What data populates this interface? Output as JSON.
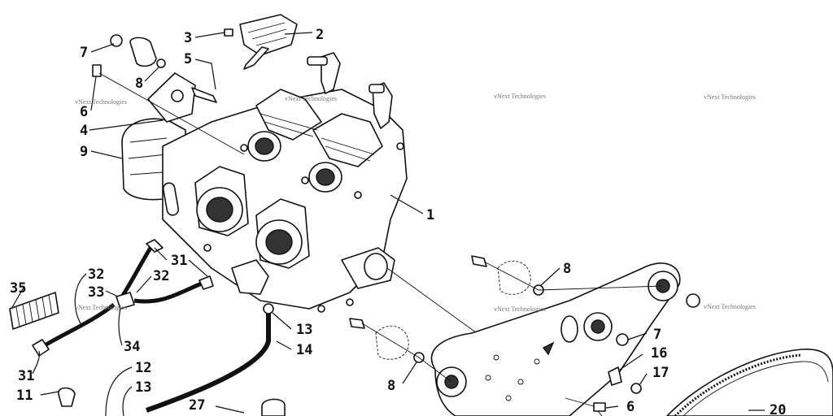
{
  "callouts": {
    "c1": "1",
    "c2": "2",
    "c3": "3",
    "c4": "4",
    "c5": "5",
    "c6a": "6",
    "c6b": "6",
    "c7a": "7",
    "c7b": "7",
    "c8a": "8",
    "c8b": "8",
    "c8c": "8",
    "c9": "9",
    "c11": "11",
    "c12": "12",
    "c13a": "13",
    "c13b": "13",
    "c14": "14",
    "c16": "16",
    "c17": "17",
    "c20": "20",
    "c27": "27",
    "c31a": "31",
    "c31b": "31",
    "c32a": "32",
    "c32b": "32",
    "c33": "33",
    "c34": "34",
    "c35": "35"
  },
  "watermark": "vNext Technologies"
}
